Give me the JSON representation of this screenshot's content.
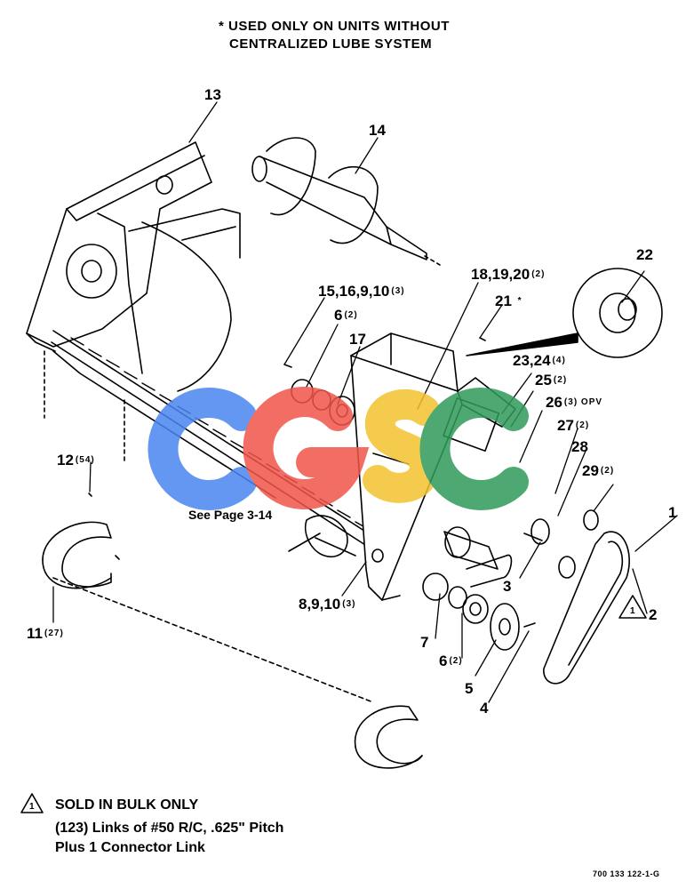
{
  "header_note": {
    "line1": "* USED ONLY ON UNITS WITHOUT",
    "line2": "CENTRALIZED LUBE SYSTEM"
  },
  "callouts": [
    {
      "id": "c13",
      "text": "13",
      "qty": ""
    },
    {
      "id": "c14",
      "text": "14",
      "qty": ""
    },
    {
      "id": "c22",
      "text": "22",
      "qty": ""
    },
    {
      "id": "c18",
      "text": "18,19,20",
      "qty": "(2)"
    },
    {
      "id": "c15",
      "text": "15,16,9,10",
      "qty": "(3)"
    },
    {
      "id": "c21",
      "text": "21",
      "qty": "*"
    },
    {
      "id": "c6a",
      "text": "6",
      "qty": "(2)"
    },
    {
      "id": "c17",
      "text": "17",
      "qty": ""
    },
    {
      "id": "c23",
      "text": "23,24",
      "qty": "(4)"
    },
    {
      "id": "c25",
      "text": "25",
      "qty": "(2)"
    },
    {
      "id": "c26",
      "text": "26",
      "qty": "(3) OPV"
    },
    {
      "id": "c27",
      "text": "27",
      "qty": "(2)"
    },
    {
      "id": "c28",
      "text": "28",
      "qty": ""
    },
    {
      "id": "c29",
      "text": "29",
      "qty": "(2)"
    },
    {
      "id": "c1",
      "text": "1",
      "qty": ""
    },
    {
      "id": "c2",
      "text": "2",
      "qty": ""
    },
    {
      "id": "c3",
      "text": "3",
      "qty": ""
    },
    {
      "id": "c12",
      "text": "12",
      "qty": "(54)"
    },
    {
      "id": "c11",
      "text": "11",
      "qty": "(27)"
    },
    {
      "id": "c8",
      "text": "8,9,10",
      "qty": "(3)"
    },
    {
      "id": "c7",
      "text": "7",
      "qty": ""
    },
    {
      "id": "c6b",
      "text": "6",
      "qty": "(2)"
    },
    {
      "id": "c5",
      "text": "5",
      "qty": ""
    },
    {
      "id": "c4",
      "text": "4",
      "qty": ""
    }
  ],
  "see_page": "See Page 3-14",
  "footnote": {
    "warning_symbol": "1",
    "line1": "SOLD IN BULK ONLY",
    "line2": "(123) Links of #50 R/C, .625\" Pitch",
    "line3": "Plus 1 Connector Link"
  },
  "drawing_number": "700 133 122-1-G",
  "watermark": {
    "letters": [
      "C",
      "G",
      "S",
      "C"
    ],
    "colors": [
      "#4a86f0",
      "#f0554a",
      "#f4c22e",
      "#2f9a5a"
    ]
  }
}
